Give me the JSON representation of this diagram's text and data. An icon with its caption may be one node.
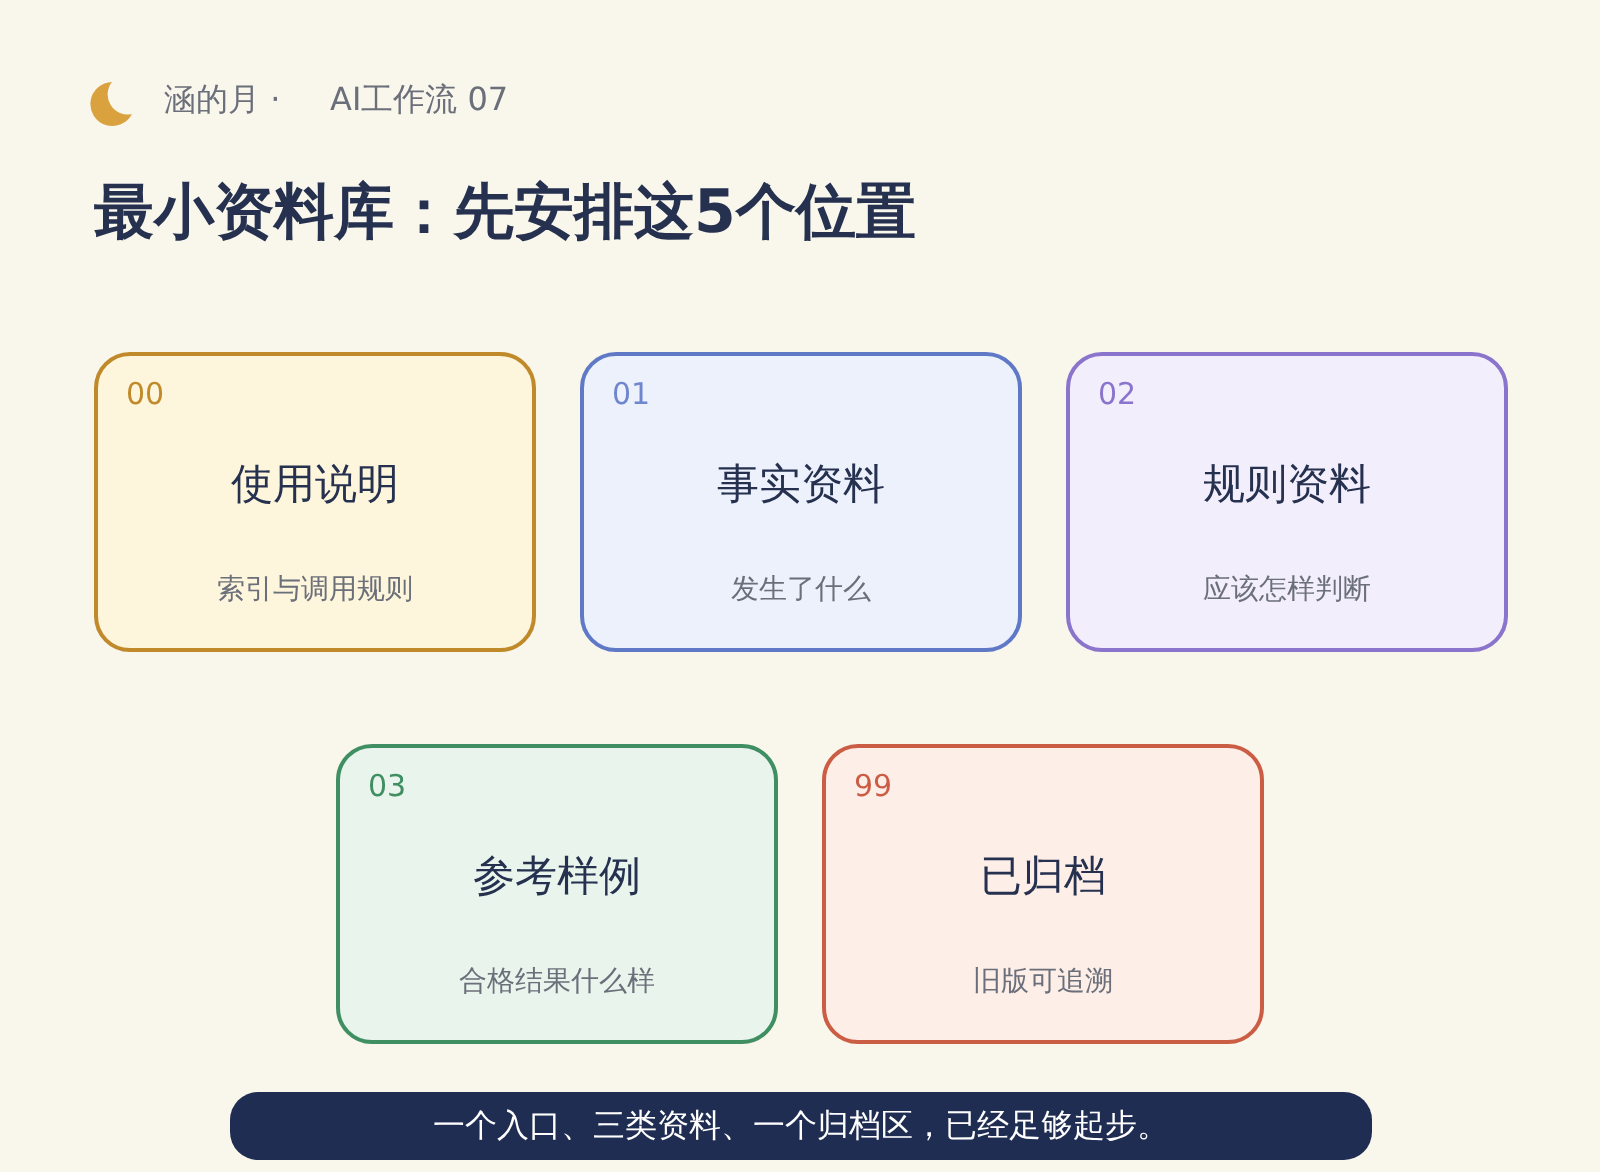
{
  "diagram": {
    "title": "最小资料库：先安排这5个位置",
    "nodes": [
      {
        "text": [
          "00",
          "使用说明",
          "索引与调用规则"
        ]
      },
      {
        "text": [
          "01",
          "事实资料",
          "发生了什么"
        ]
      },
      {
        "text": [
          "02",
          "规则资料",
          "应该怎样判断"
        ]
      },
      {
        "text": [
          "03",
          "参考样例",
          "合格结果什么样"
        ]
      },
      {
        "text": [
          "99",
          "已归档",
          "旧版可追溯"
        ]
      },
      {
        "text": [
          "一个入口、三类资料、一个归档区，已经足够起步。"
        ]
      }
    ],
    "labels": [
      "涵的月 ·",
      "AI工作流 07"
    ]
  }
}
